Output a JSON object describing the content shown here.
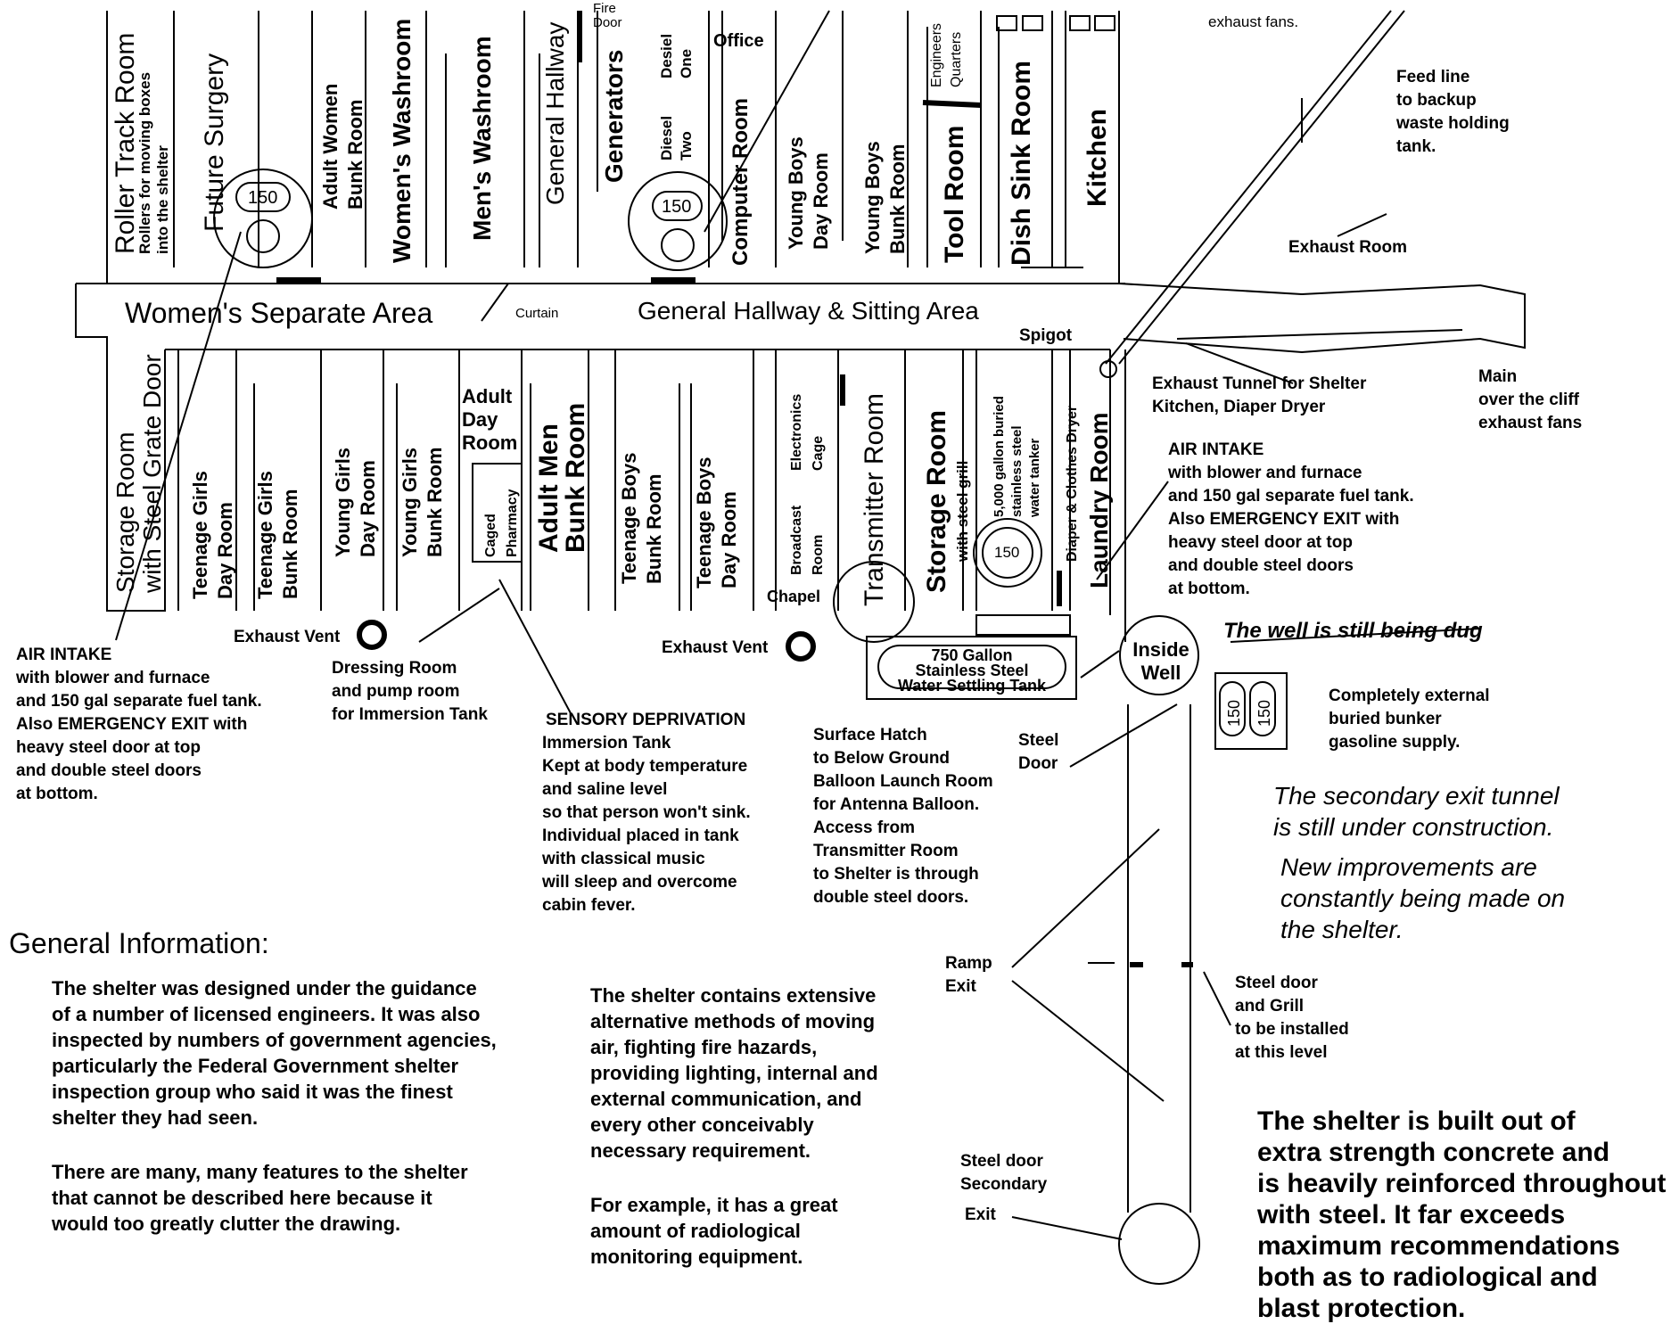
{
  "rooms_upper": [
    {
      "id": "roller",
      "name": "Roller Track Room",
      "sub": "Rollers for moving boxes\ninto the shelter"
    },
    {
      "id": "surgery",
      "name": "Future Surgery"
    },
    {
      "id": "adult_women",
      "name": "Adult Women\nBunk Room"
    },
    {
      "id": "womens_wash",
      "name": "Women's Washroom"
    },
    {
      "id": "mens_wash",
      "name": "Men's Washroom"
    },
    {
      "id": "gen_hall",
      "name": "General Hallway"
    },
    {
      "id": "fire_door",
      "name": "Fire\nDoor"
    },
    {
      "id": "generators",
      "name": "Generators"
    },
    {
      "id": "diesel_one",
      "name": "Desiel\nOne"
    },
    {
      "id": "diesel_two",
      "name": "Diesel\nTwo"
    },
    {
      "id": "office",
      "name": "Office"
    },
    {
      "id": "computer",
      "name": "Computer Room"
    },
    {
      "id": "yb_day",
      "name": "Young Boys\nDay Room"
    },
    {
      "id": "yb_bunk",
      "name": "Young Boys\nBunk Room"
    },
    {
      "id": "eng_q",
      "name": "Engineers\nQuarters"
    },
    {
      "id": "tool",
      "name": "Tool Room"
    },
    {
      "id": "dish",
      "name": "Dish Sink Room"
    },
    {
      "id": "kitchen",
      "name": "Kitchen"
    }
  ],
  "rooms_lower": [
    {
      "id": "storage_grate",
      "name": "Storage Room\nwith Steel Grate Door"
    },
    {
      "id": "tg_day",
      "name": "Teenage Girls\nDay Room"
    },
    {
      "id": "tg_bunk",
      "name": "Teenage Girls\nBunk Room"
    },
    {
      "id": "yg_day",
      "name": "Young Girls\nDay Room"
    },
    {
      "id": "yg_bunk",
      "name": "Young Girls\nBunk Room"
    },
    {
      "id": "adult_day",
      "name": "Adult\nDay\nRoom"
    },
    {
      "id": "caged_pharm",
      "name": "Caged\nPharmacy"
    },
    {
      "id": "adult_men",
      "name": "Adult Men\nBunk Room"
    },
    {
      "id": "tb_bunk",
      "name": "Teenage Boys\nBunk Room"
    },
    {
      "id": "tb_day",
      "name": "Teenage Boys\nDay Room"
    },
    {
      "id": "broadcast",
      "name": "Broadcast\nRoom"
    },
    {
      "id": "elec_cage",
      "name": "Electronics\nCage"
    },
    {
      "id": "chapel",
      "name": "Chapel"
    },
    {
      "id": "transmitter",
      "name": "Transmitter Room"
    },
    {
      "id": "storage_grill",
      "name": "Storage Room",
      "sub": "with steel grill"
    },
    {
      "id": "water_tanker",
      "name": "5,000 gallon buried\nstainless steel\nwater tanker"
    },
    {
      "id": "diaper",
      "name": "Diaper & Clothes Dryer"
    },
    {
      "id": "laundry",
      "name": "Laundry Room"
    }
  ],
  "areas": {
    "womens_area": "Women's Separate Area",
    "hallway": "General Hallway & Sitting Area",
    "curtain": "Curtain",
    "spigot": "Spigot",
    "exhaust_room": "Exhaust Room",
    "exhaust_top": "exhaust fans.",
    "tank_150": "150",
    "settling_tank": "750 Gallon\nStainless Steel\nWater Settling Tank",
    "inside_well": "Inside\nWell",
    "exhaust_vent": "Exhaust Vent"
  },
  "notes": {
    "feed_line": "Feed line\nto backup\nwaste holding\ntank.",
    "exhaust_tunnel": "Exhaust Tunnel for Shelter\nKitchen, Diaper Dryer",
    "main_cliff": "Main\nover the cliff\nexhaust fans",
    "air_intake_right_title": "AIR INTAKE",
    "air_intake_right": "with blower and furnace\nand 150 gal separate fuel tank.\nAlso EMERGENCY EXIT with\nheavy steel door at top\nand double steel doors\nat bottom.",
    "air_intake_left_title": "AIR INTAKE",
    "air_intake_left": "with blower and furnace\nand 150 gal separate fuel tank.\nAlso EMERGENCY EXIT with\nheavy steel door at top\nand double steel doors\nat bottom.",
    "well_dug": "The well is still being dug",
    "gas_supply": "Completely external\nburied bunker\ngasoline supply.",
    "dressing_room": "Dressing Room\nand pump room\nfor Immersion Tank",
    "sensory_title": "SENSORY DEPRIVATION",
    "sensory": "Immersion Tank\nKept at body temperature\nand saline level\nso that person won't sink.\nIndividual placed in tank\nwith classical music\nwill sleep and overcome\ncabin fever.",
    "surface_hatch": "Surface Hatch\nto Below Ground\nBalloon Launch Room\nfor Antenna Balloon.\nAccess from\nTransmitter Room\nto Shelter is through\ndouble steel doors.",
    "steel_door": "Steel\nDoor",
    "ramp_exit": "Ramp\nExit",
    "steel_grill": "Steel door\nand Grill\nto be installed\nat this level",
    "steel_secondary": "Steel door\nSecondary",
    "exit": "Exit",
    "secondary_tunnel": "The secondary exit tunnel\nis still under construction.",
    "improvements": "New improvements are\nconstantly being made on\nthe shelter.",
    "general_info": "General Information:",
    "para1": "The shelter was designed under the guidance\nof a number of licensed engineers. It was also\ninspected by numbers of government agencies,\nparticularly the Federal Government shelter\ninspection group who said it was the finest\nshelter they had seen.",
    "para2": "There are many, many features to the shelter\nthat cannot be described here because it\nwould too greatly clutter the drawing.",
    "para3": "The shelter contains extensive\nalternative methods of moving\nair, fighting fire hazards,\nproviding lighting, internal and\nexternal communication, and\nevery other conceivably\nnecessary requirement.",
    "para4": "For example, it has a great\namount of radiological\nmonitoring equipment.",
    "concrete": "The shelter is built out of\nextra strength concrete and\nis heavily reinforced throughout\nwith steel. It far exceeds\nmaximum recommendations\nboth as to radiological and\nblast protection."
  }
}
